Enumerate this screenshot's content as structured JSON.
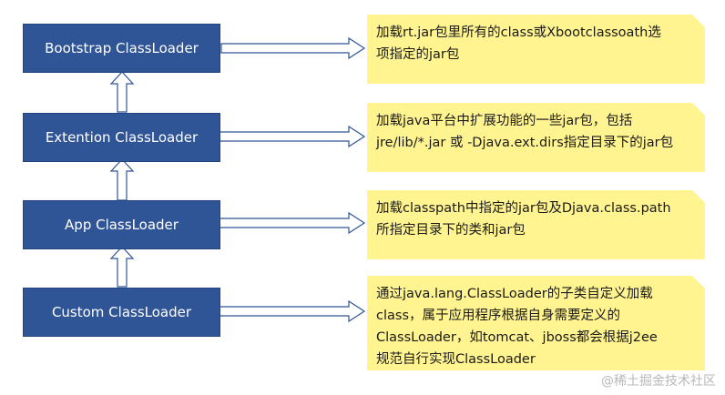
{
  "loaders": [
    {
      "label": "Bootstrap ClassLoader"
    },
    {
      "label": "Extention ClassLoader"
    },
    {
      "label": "App ClassLoader"
    },
    {
      "label": "Custom ClassLoader"
    }
  ],
  "notes": [
    {
      "lines": [
        "加载rt.jar包里所有的class或Xbootclassoath选",
        "项指定的jar包"
      ]
    },
    {
      "lines": [
        "加载java平台中扩展功能的一些jar包，包括",
        "jre/lib/*.jar 或 -Djava.ext.dirs指定目录下的jar包"
      ]
    },
    {
      "lines": [
        "加载classpath中指定的jar包及Djava.class.path",
        "所指定目录下的类和jar包"
      ]
    },
    {
      "lines": [
        "通过java.lang.ClassLoader的子类自定义加载",
        "class，属于应用程序根据自身需要定义的",
        "ClassLoader，如tomcat、jboss都会根据j2ee",
        "规范自行实现ClassLoader"
      ]
    }
  ],
  "watermark": "@稀土掘金技术社区",
  "colors": {
    "box": "#2f5597",
    "note": "#fff48f",
    "arrow_stroke": "#2f5597",
    "arrow_fill": "#ffffff"
  }
}
